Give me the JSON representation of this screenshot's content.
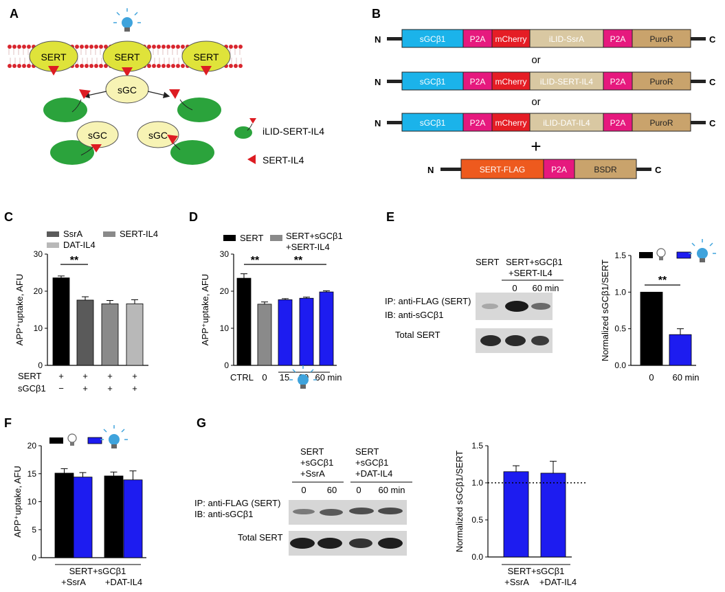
{
  "colors": {
    "membrane": "#d8262e",
    "sert": "#dfe33a",
    "sgc": "#f7f3b4",
    "green": "#2ba33c",
    "red": "#dd1c22",
    "lightbulb": "#3fa3dc",
    "sgcb1": "#1bb3ea",
    "p2a": "#e6197e",
    "mcherry": "#e51d25",
    "ilid": "#d9c8a2",
    "puror": "#c9a36c",
    "sertflag": "#ee5a1e",
    "bsdr": "#c9a36c",
    "bar_black": "#000000",
    "bar_dark": "#5a5a5a",
    "bar_mid": "#8a8a8a",
    "bar_light": "#b8b8b8",
    "bar_blue": "#1d1cf0"
  },
  "panel_labels": {
    "a": "A",
    "b": "B",
    "c": "C",
    "d": "D",
    "e": "E",
    "f": "F",
    "g": "G"
  },
  "panel_a": {
    "sert": "SERT",
    "sgc": "sGC",
    "legend_ilid": "iLID-SERT-IL4",
    "legend_sert_il4": "SERT-IL4"
  },
  "panel_b": {
    "n": "N",
    "c": "C",
    "or": "or",
    "plus": "+",
    "constructs": [
      [
        "sGCβ1",
        "P2A",
        "mCherry",
        "iLID-SsrA",
        "P2A",
        "PuroR"
      ],
      [
        "sGCβ1",
        "P2A",
        "mCherry",
        "iLID-SERT-IL4",
        "P2A",
        "PuroR"
      ],
      [
        "sGCβ1",
        "P2A",
        "mCherry",
        "iLID-DAT-IL4",
        "P2A",
        "PuroR"
      ]
    ],
    "sert_construct": [
      "SERT-FLAG",
      "P2A",
      "BSDR"
    ]
  },
  "panel_c": {
    "legend": [
      "SsrA",
      "SERT-IL4",
      "DAT-IL4"
    ],
    "sig": "**",
    "row_labels": [
      "SERT",
      "sGCβ1"
    ],
    "row_sert": [
      "+",
      "+",
      "+",
      "+"
    ],
    "row_sgc": [
      "−",
      "+",
      "+",
      "+"
    ]
  },
  "panel_d": {
    "legend_1": "SERT",
    "legend_2a": "SERT+sGCβ1",
    "legend_2b": "+SERT-IL4",
    "sig1": "**",
    "sig2": "**"
  },
  "panel_e": {
    "lane_sert": "SERT",
    "lane_combo_a": "SERT+sGCβ1",
    "lane_combo_b": "+SERT-IL4",
    "time_0": "0",
    "time_60": "60 min",
    "ip": "IP: anti-FLAG (SERT)",
    "ib": "IB: anti-sGCβ1",
    "total": "Total SERT",
    "sig": "**"
  },
  "panel_f": {
    "group_a": "SERT+sGCβ1",
    "group_b": "+SsrA",
    "group_c": "+DAT-IL4"
  },
  "panel_g": {
    "lane1_a": "SERT",
    "lane1_b": "+sGCβ1",
    "lane1_c": "+SsrA",
    "lane2_a": "SERT",
    "lane2_b": "+sGCβ1",
    "lane2_c": "+DAT-IL4",
    "t1": "0",
    "t2": "60",
    "t3": "0",
    "t4": "60 min",
    "ip": "IP: anti-FLAG (SERT)",
    "ib": "IB: anti-sGCβ1",
    "total": "Total SERT",
    "group_a": "SERT+sGCβ1",
    "group_b": "+SsrA",
    "group_c": "+DAT-IL4"
  },
  "chart_data": [
    {
      "id": "C",
      "type": "bar",
      "categories": [
        "SERT only",
        "SsrA",
        "SERT-IL4",
        "DAT-IL4"
      ],
      "values": [
        23.6,
        17.6,
        16.6,
        16.6
      ],
      "errors": [
        0.5,
        0.9,
        0.9,
        1.1
      ],
      "colors": [
        "#000000",
        "#5a5a5a",
        "#8a8a8a",
        "#b8b8b8"
      ],
      "ylabel": "APP⁺uptake, AFU",
      "ylim": [
        0,
        30
      ],
      "yticks": [
        0,
        10,
        20,
        30
      ],
      "xlabel": ""
    },
    {
      "id": "D",
      "type": "bar",
      "categories": [
        "CTRL",
        "0",
        "15",
        "30",
        "60 min"
      ],
      "values": [
        23.5,
        16.5,
        17.7,
        18.1,
        19.8
      ],
      "errors": [
        1.2,
        0.6,
        0.3,
        0.3,
        0.3
      ],
      "colors": [
        "#000000",
        "#8a8a8a",
        "#1d1cf0",
        "#1d1cf0",
        "#1d1cf0"
      ],
      "ylabel": "APP⁺uptake, AFU",
      "ylim": [
        0,
        30
      ],
      "yticks": [
        0,
        10,
        20,
        30
      ],
      "xlabel": ""
    },
    {
      "id": "E",
      "type": "bar",
      "categories": [
        "0",
        "60 min"
      ],
      "values": [
        1.0,
        0.42
      ],
      "errors": [
        0,
        0.08
      ],
      "colors": [
        "#000000",
        "#1d1cf0"
      ],
      "ylabel": "Normalized sGCβ1/SERT",
      "ylim": [
        0,
        1.5
      ],
      "yticks": [
        "0.0",
        "0.5",
        "1.0",
        "1.5"
      ],
      "xlabel": ""
    },
    {
      "id": "F",
      "type": "bar",
      "categories": [
        "+SsrA",
        "+DAT-IL4"
      ],
      "series": [
        {
          "values": [
            15.1,
            14.6
          ],
          "errors": [
            0.8,
            0.7
          ],
          "color": "#000000"
        },
        {
          "values": [
            14.4,
            13.9
          ],
          "errors": [
            0.8,
            1.6
          ],
          "color": "#1d1cf0"
        }
      ],
      "ylabel": "APP⁺uptake, AFU",
      "ylim": [
        0,
        20
      ],
      "yticks": [
        0,
        5,
        10,
        15,
        20
      ],
      "xlabel": ""
    },
    {
      "id": "G",
      "type": "bar",
      "categories": [
        "+SsrA",
        "+DAT-IL4"
      ],
      "values": [
        1.15,
        1.13
      ],
      "errors": [
        0.08,
        0.16
      ],
      "colors": [
        "#1d1cf0",
        "#1d1cf0"
      ],
      "ylabel": "Normalized sGCβ1/SERT",
      "ylim": [
        0,
        1.5
      ],
      "yticks": [
        "0.0",
        "0.5",
        "1.0",
        "1.5"
      ],
      "reference_line": 1.0,
      "xlabel": ""
    }
  ]
}
